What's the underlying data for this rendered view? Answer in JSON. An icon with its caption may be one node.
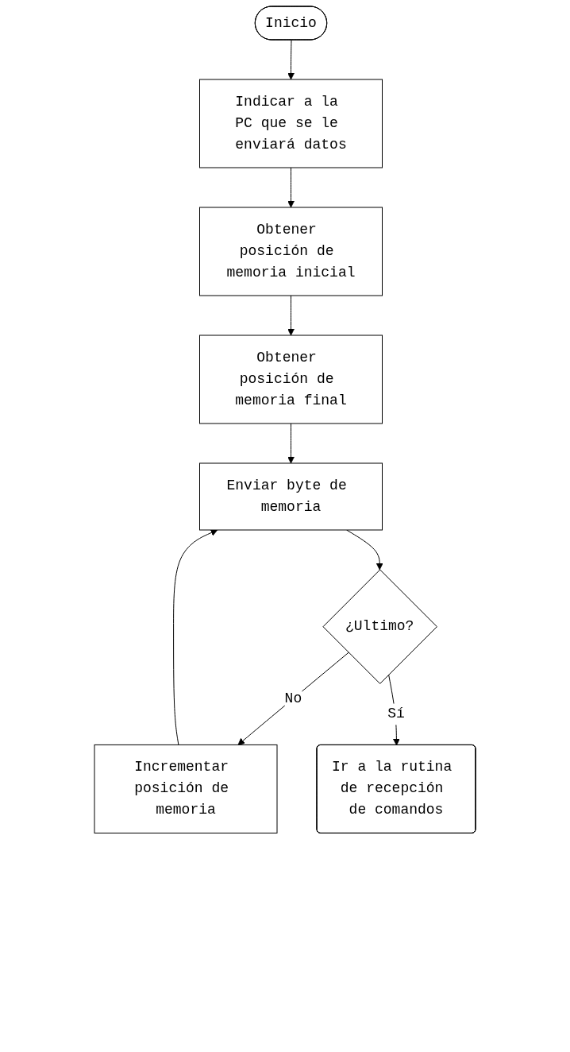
{
  "diagram": {
    "nodes": [
      {
        "text": [
          "Inicio"
        ]
      },
      {
        "text": [
          "Indicar a la PC que se le enviará datos"
        ]
      },
      {
        "text": [
          "Obtener posición de memoria inicial"
        ]
      },
      {
        "text": [
          "Obtener posición de memoria final"
        ]
      },
      {
        "text": [
          "Enviar byte de memoria"
        ]
      },
      {
        "text": [
          "¿Ultimo?"
        ]
      },
      {
        "text": [
          "Incrementar posición de memoria"
        ]
      },
      {
        "text": [
          "Ir a la rutina de recepción de comandos"
        ]
      }
    ],
    "edges": [
      {
        "from": 0,
        "to": 1,
        "arrow": "to"
      },
      {
        "from": 1,
        "to": 2,
        "arrow": "to"
      },
      {
        "from": 2,
        "to": 3,
        "arrow": "to"
      },
      {
        "from": 3,
        "to": 4,
        "arrow": "to"
      },
      {
        "from": 4,
        "to": 5,
        "arrow": "to"
      },
      {
        "from": 5,
        "to": 6,
        "label": "No",
        "arrow": "to"
      },
      {
        "from": 6,
        "to": 4,
        "arrow": "to"
      },
      {
        "from": 5,
        "to": 7,
        "label": "Sí",
        "arrow": "to"
      }
    ]
  }
}
